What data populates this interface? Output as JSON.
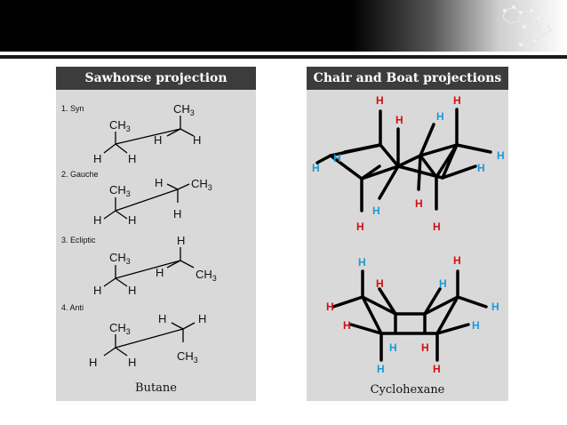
{
  "left_panel": {
    "title": "Sawhorse projection",
    "caption": "Butane",
    "items": [
      {
        "label": "1. Syn"
      },
      {
        "label": "2. Gauche"
      },
      {
        "label": "3. Ecliptic"
      },
      {
        "label": "4. Anti"
      }
    ]
  },
  "right_panel": {
    "title": "Chair and Boat projections",
    "caption": "Cyclohexane"
  },
  "atoms": {
    "h": "H",
    "c": "C",
    "sub3": "3"
  },
  "colors": {
    "axial_h": "#d01010",
    "equatorial_h": "#1a9ad8",
    "header_bg": "#3c3c3c",
    "panel_bg": "#d9d9d9"
  }
}
